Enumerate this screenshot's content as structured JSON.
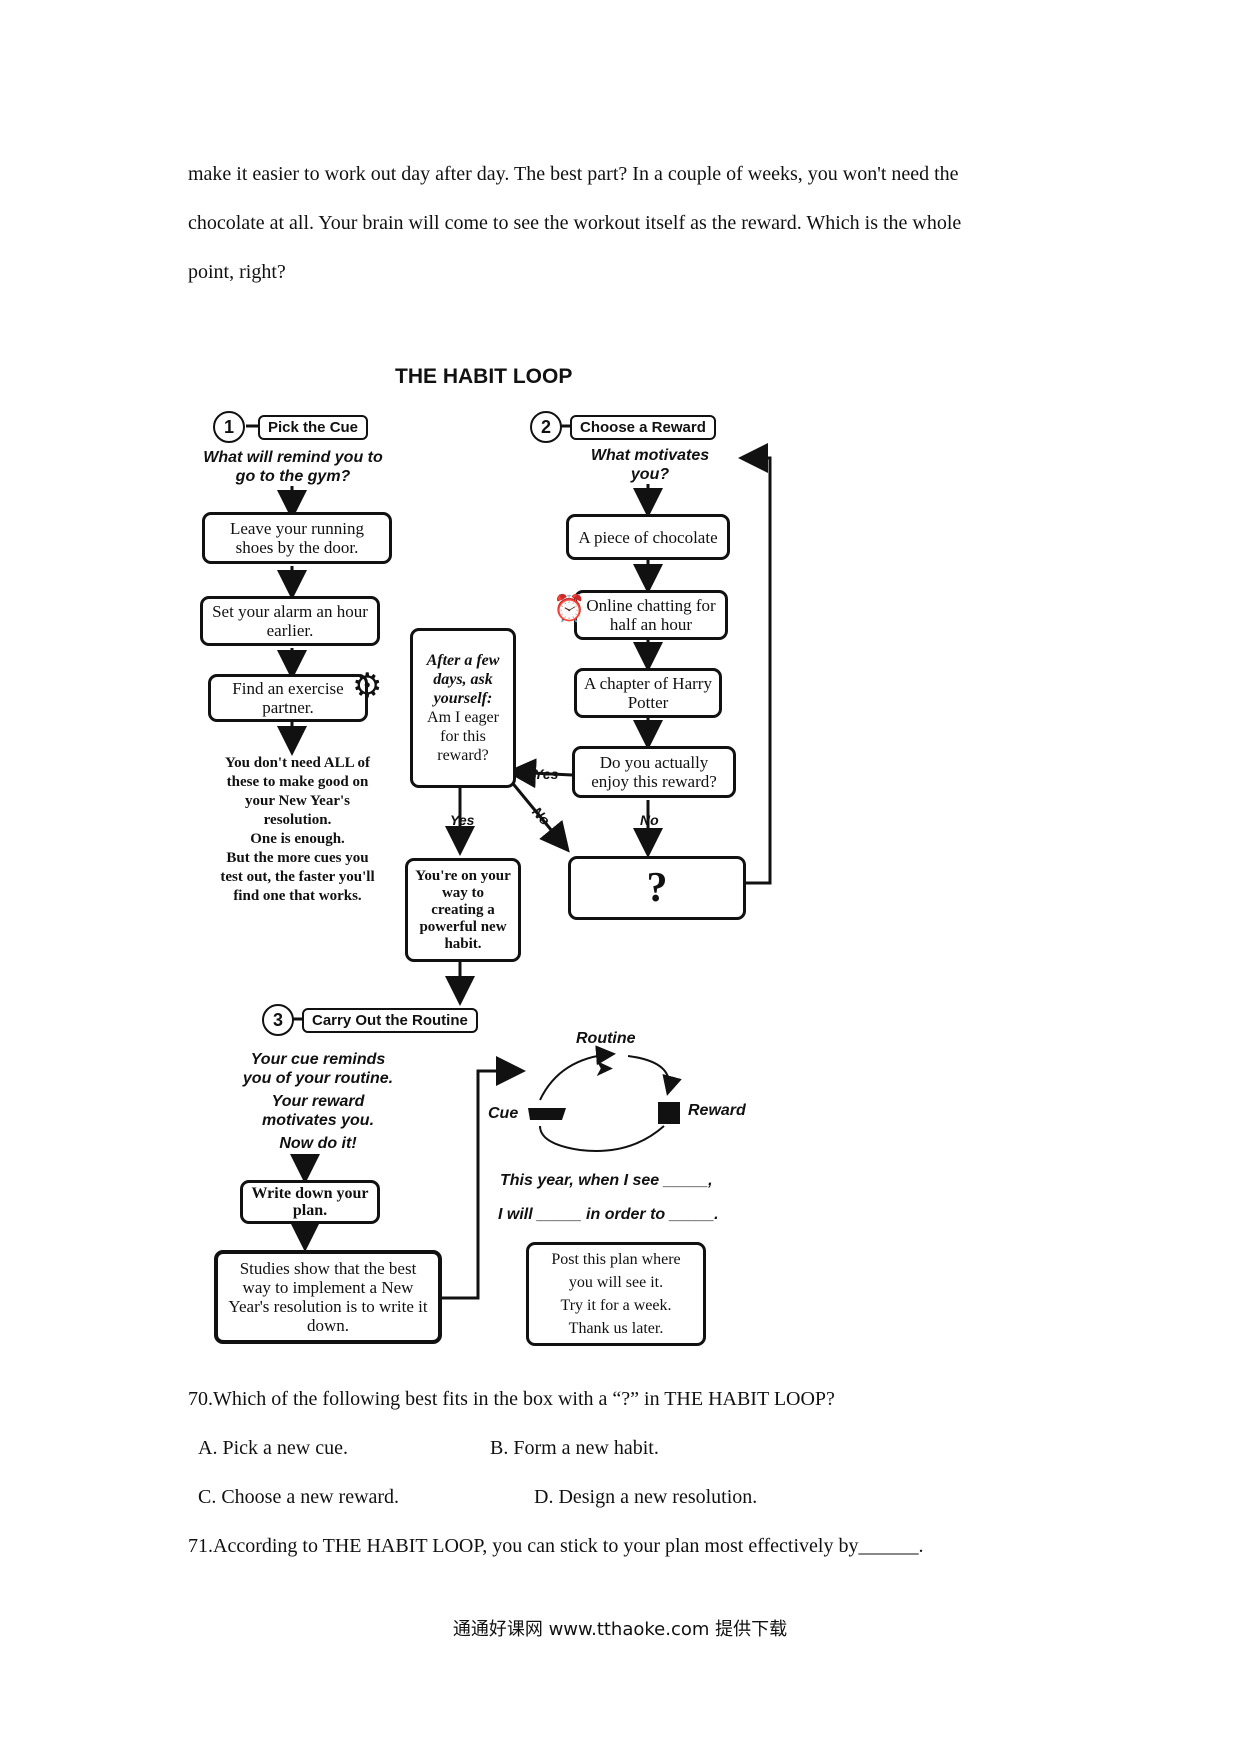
{
  "passage": {
    "lines": [
      "make it easier to work out day after day. The best part? In a couple of weeks, you won't need the",
      "chocolate at all. Your brain will come to see the workout itself as the reward. Which is the whole",
      "point, right?"
    ]
  },
  "diagram": {
    "title": "THE HABIT LOOP",
    "step1": {
      "num": "1",
      "label": "Pick the Cue",
      "question": "What will remind you to go to the gym?",
      "cues": [
        "Leave your running shoes by the door.",
        "Set your alarm an hour earlier.",
        "Find an exercise partner."
      ],
      "note_lines": [
        "You don't need ALL of",
        "these to make good on",
        "your New Year's",
        "resolution.",
        "One is enough.",
        "But the more cues you",
        "test out, the faster you'll",
        "find one that works."
      ]
    },
    "step2": {
      "num": "2",
      "label": "Choose a Reward",
      "question": "What motivates you?",
      "rewards": [
        "A piece of chocolate",
        "Online chatting for half an hour",
        "A chapter of Harry Potter"
      ],
      "check": "Do you actually enjoy this reward?",
      "unknown": "?"
    },
    "ask_box": {
      "italic": "After a few days, ask yourself:",
      "plain": "Am I eager for this reward?"
    },
    "habit_box": "You're on your way to creating a powerful new habit.",
    "arrows": {
      "yes1": "Yes",
      "yes2": "Yes",
      "no1": "No",
      "no2": "No"
    },
    "step3": {
      "num": "3",
      "label": "Carry Out the Routine",
      "lines": [
        "Your cue reminds",
        "you of your routine.",
        "Your reward",
        "motivates you.",
        "Now do it!"
      ],
      "write": "Write down your plan.",
      "studies": "Studies show that the best way to implement a New Year's resolution is to write it down.",
      "loop": {
        "routine": "Routine",
        "cue": "Cue",
        "reward": "Reward"
      },
      "plan_line1": "This year, when I see _____,",
      "plan_line2": "I will _____ in order to _____.",
      "post_lines": [
        "Post this plan where",
        "you will see it.",
        "Try it for a week.",
        "Thank us later."
      ]
    }
  },
  "questions": {
    "q70": "70.Which of the following best fits in the box with a “?” in THE HABIT LOOP?",
    "q70_options": [
      "A. Pick a new cue.",
      "B. Form a new habit.",
      "C. Choose a new reward.",
      "D. Design a new resolution."
    ],
    "q71": "71.According to THE HABIT LOOP, you can stick to your plan most effectively by______."
  },
  "footer": "通通好课网  www.tthaoke.com  提供下载"
}
